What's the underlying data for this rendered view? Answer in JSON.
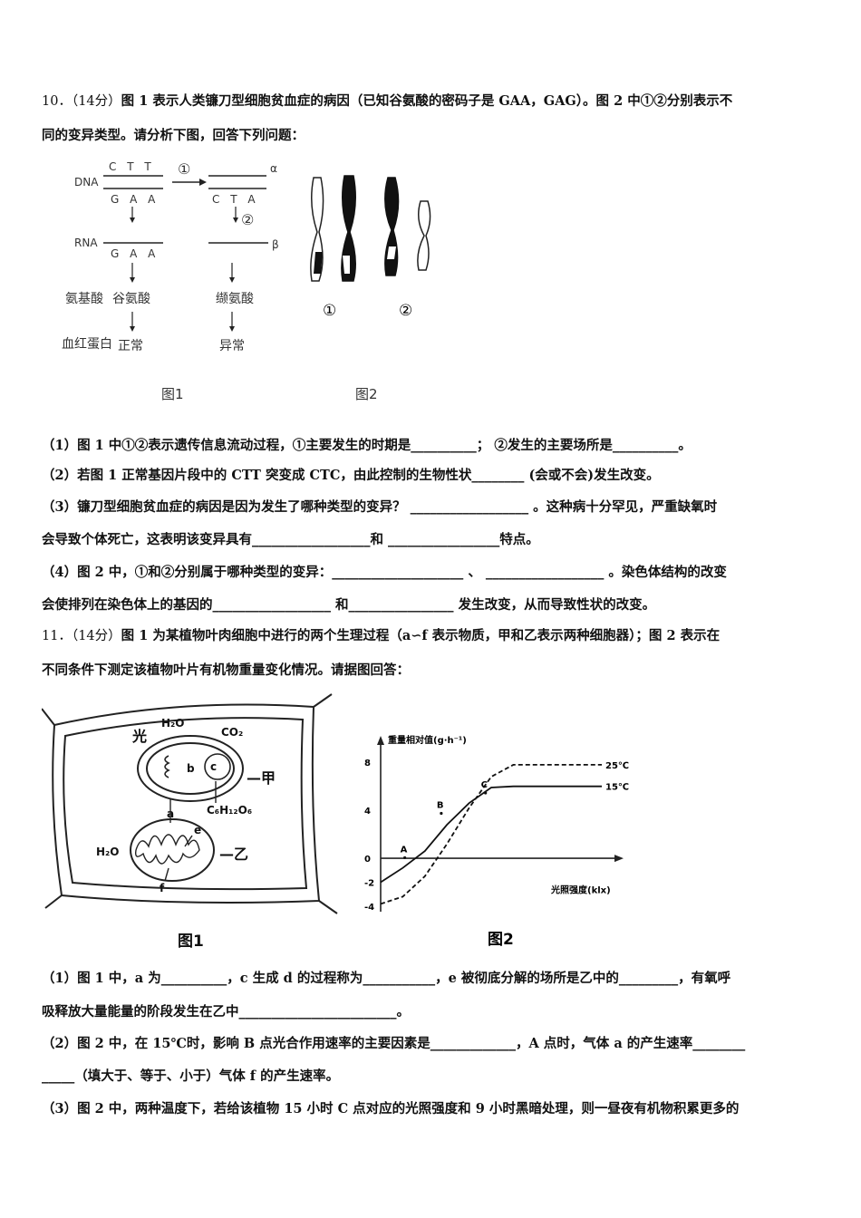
{
  "q10": {
    "number": "10．（14分）",
    "stem_line1": "图 1 表示人类镰刀型细胞贫血症的病因（已知谷氨酸的密码子是 GAA，GAG）。图 2 中①②分别表示不",
    "stem_line2": "同的变异类型。请分析下图，回答下列问题：",
    "fig1": {
      "dna_label": "DNA",
      "rna_label": "RNA",
      "aa_label": "氨基酸",
      "hb_label": "血红蛋白",
      "top_strand": "C T T",
      "bottom_strand": "G A A",
      "mut_strand": "C T A",
      "rna_normal": "G A A",
      "step1": "①",
      "step2": "②",
      "alpha": "α",
      "beta": "β",
      "aa_normal": "谷氨酸",
      "aa_mutant": "缬氨酸",
      "result_normal": "正常",
      "result_abnormal": "异常",
      "caption": "图1"
    },
    "fig2": {
      "label1": "①",
      "label2": "②",
      "caption": "图2"
    },
    "sub1": "（1）图 1 中①②表示遗传信息流动过程，①主要发生的时期是__________；  ②发生的主要场所是__________。",
    "sub2": "（2）若图 1 正常基因片段中的 CTT 突变成 CTC，由此控制的生物性状________ (会或不会)发生改变。",
    "sub3_line1": "（3）镰刀型细胞贫血症的病因是因为发生了哪种类型的变异？ __________________ 。这种病十分罕见，严重缺氧时",
    "sub3_line2": "会导致个体死亡，这表明该变异具有__________________和 _________________特点。",
    "sub4_line1": "（4）图 2 中，①和②分别属于哪种类型的变异：____________________ 、 __________________ 。染色体结构的改变",
    "sub4_line2": "会使排列在染色体上的基因的__________________ 和________________ 发生改变，从而导致性状的改变。"
  },
  "q11": {
    "number": "11．（14分）",
    "stem_line1": "图 1 为某植物叶肉细胞中进行的两个生理过程（a∽f 表示物质，甲和乙表示两种细胞器）；图 2 表示在",
    "stem_line2": "不同条件下测定该植物叶片有机物重量变化情况。请据图回答：",
    "fig1": {
      "light": "光",
      "h2o_top": "H₂O",
      "co2": "CO₂",
      "b": "b",
      "c": "c",
      "a": "a",
      "c6h12o6": "C₆H₁₂O₆",
      "e": "e",
      "f": "f",
      "h2o_left": "H₂O",
      "jia": "—甲",
      "yi": "—乙",
      "caption": "图1"
    },
    "fig2": {
      "ylabel": "重量相对值(g·h⁻¹)",
      "xlabel": "光照强度(klx)",
      "yticks": [
        "8",
        "4",
        "0",
        "-2",
        "-4"
      ],
      "points": [
        "A",
        "B",
        "C"
      ],
      "caption": "图2"
    },
    "chart_data": {
      "type": "line",
      "xlabel": "光照强度(klx)",
      "ylabel": "重量相对值(g·h⁻¹)",
      "ylim": [
        -4,
        9
      ],
      "series": [
        {
          "name": "25℃",
          "style": "dashed",
          "points": [
            [
              0,
              -3.8
            ],
            [
              1,
              -3.2
            ],
            [
              2,
              -1.5
            ],
            [
              3,
              1.2
            ],
            [
              4,
              4.2
            ],
            [
              5,
              6.8
            ],
            [
              6,
              7.8
            ],
            [
              8,
              7.8
            ],
            [
              10,
              7.8
            ]
          ]
        },
        {
          "name": "15℃",
          "style": "solid",
          "points": [
            [
              0,
              -2
            ],
            [
              1,
              -0.8
            ],
            [
              2,
              0.6
            ],
            [
              3,
              2.8
            ],
            [
              4,
              4.6
            ],
            [
              5,
              5.9
            ],
            [
              6,
              6
            ],
            [
              8,
              6
            ],
            [
              10,
              6
            ]
          ]
        }
      ]
    },
    "sub1_line1": "（1）图 1 中，a 为__________，c 生成 d 的过程称为___________，e 被彻底分解的场所是乙中的_________，有氧呼",
    "sub1_line2": "吸释放大量能量的阶段发生在乙中________________________。",
    "sub2_line1": "（2）图 2 中，在 15℃时，影响 B 点光合作用速率的主要因素是_____________，A 点时，气体 a 的产生速率________",
    "sub2_line2": "_____（填大于、等于、小于）气体 f 的产生速率。",
    "sub3": "（3）图 2 中，两种温度下，若给该植物 15 小时 C 点对应的光照强度和 9 小时黑暗处理，则一昼夜有机物积累更多的"
  }
}
